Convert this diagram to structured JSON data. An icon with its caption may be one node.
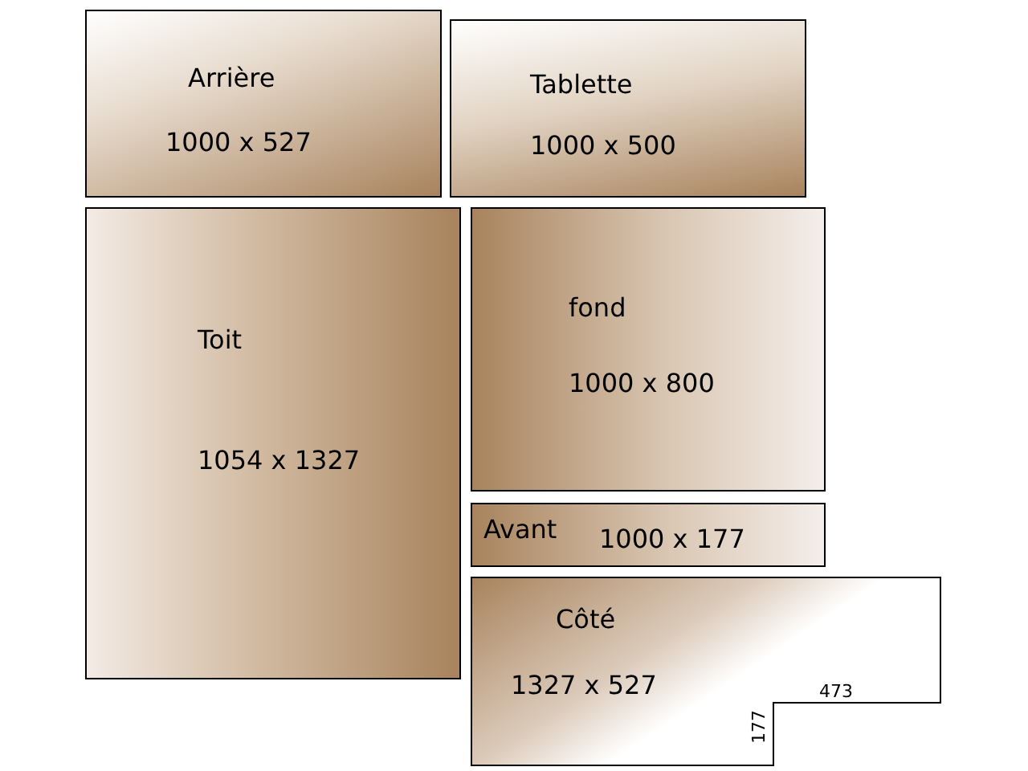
{
  "diagram": {
    "nodes": [
      {
        "text": [
          "Arrière",
          "1000 x 527"
        ]
      },
      {
        "text": [
          "Tablette",
          "1000 x 500"
        ]
      },
      {
        "text": [
          "Toit",
          "1054 x 1327"
        ]
      },
      {
        "text": [
          "fond",
          "1000 x 800"
        ]
      },
      {
        "text": [
          "Avant",
          "1000 x 177"
        ]
      },
      {
        "text": [
          "Côté",
          "1327 x 527"
        ]
      }
    ],
    "labels": [
      "473",
      "177"
    ]
  }
}
